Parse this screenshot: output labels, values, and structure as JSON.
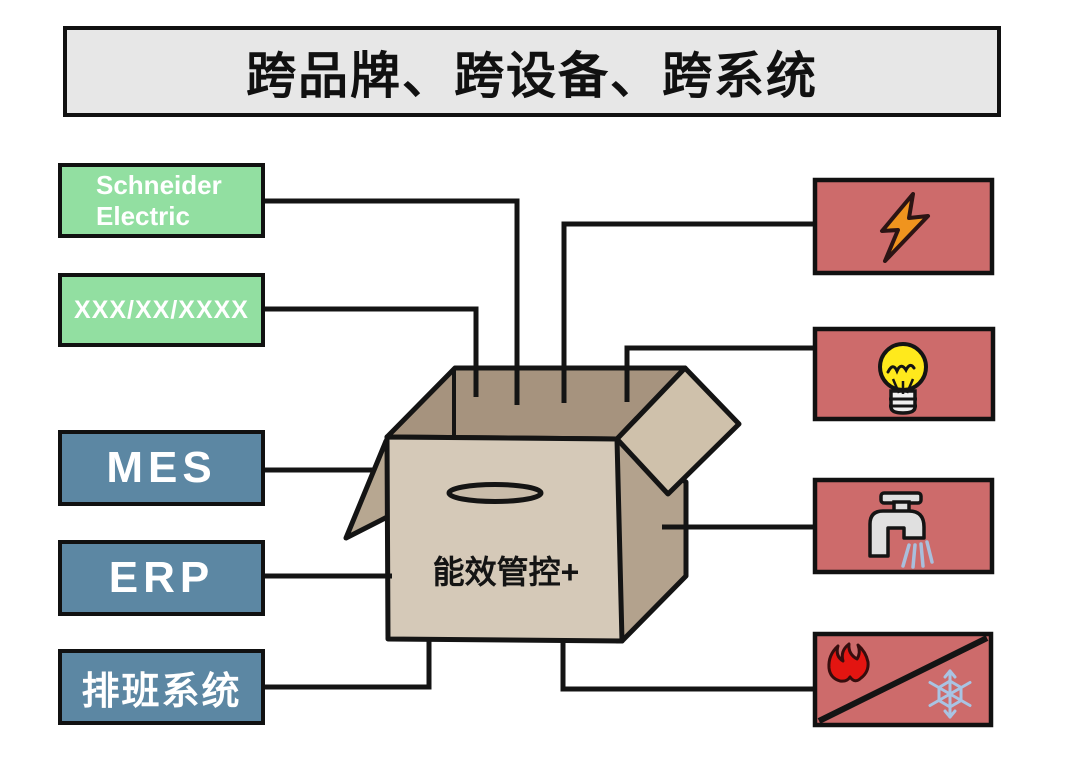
{
  "title": {
    "text": "跨品牌、跨设备、跨系统"
  },
  "center_box": {
    "label": "能效管控+"
  },
  "left_column": {
    "boxes": [
      {
        "id": "schneider-electric",
        "line1": "Schneider",
        "line2": "Electric",
        "color": "#92DFA1"
      },
      {
        "id": "other-brands",
        "line1": "XXX/XX/XXXX",
        "color": "#92DFA1"
      },
      {
        "id": "mes",
        "line1": "MES",
        "color": "#5C87A3"
      },
      {
        "id": "erp",
        "line1": "ERP",
        "color": "#5C87A3"
      },
      {
        "id": "scheduling-system",
        "line1": "排班系统",
        "color": "#5C87A3"
      }
    ]
  },
  "right_column": {
    "color": "#CD6B6B",
    "boxes": [
      {
        "id": "electricity",
        "icon": "lightning-bolt-icon"
      },
      {
        "id": "lighting",
        "icon": "light-bulb-icon"
      },
      {
        "id": "water",
        "icon": "faucet-icon"
      },
      {
        "id": "heating-cooling",
        "icon": "flame-and-snowflake-icon"
      }
    ]
  },
  "colors": {
    "line": "#141414",
    "title_bg": "#E7E7E7",
    "green_box": "#92DFA1",
    "blue_box": "#5C87A3",
    "red_box": "#CD6B6B",
    "carton_front": "#D5C9B8",
    "carton_top": "#A6937E",
    "carton_side": "#B3A28D",
    "carton_flap": "#CFC1AB",
    "bolt_orange": "#F0941E",
    "bulb_yellow": "#FFE91C",
    "flame_red": "#E31511",
    "water_spray_blue": "#A9BFDC",
    "snowflake_blue": "#A9C4E3"
  }
}
